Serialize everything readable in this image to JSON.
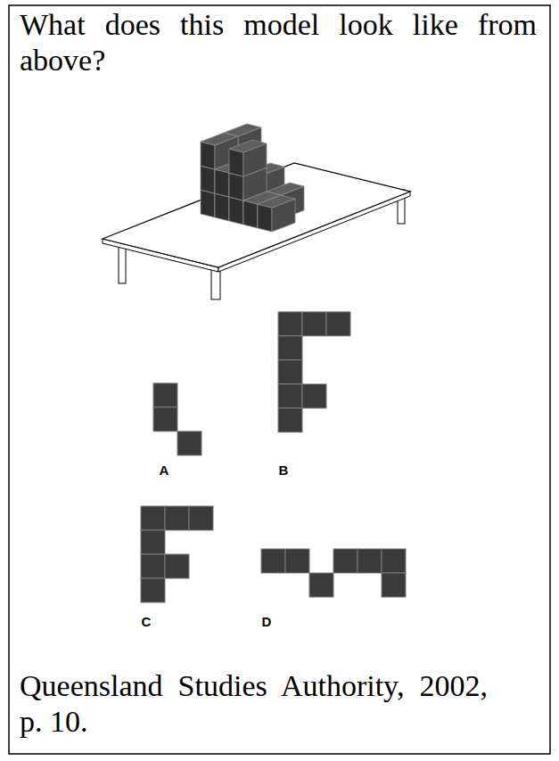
{
  "diagram": {
    "title": "What does this model look like from above?",
    "caption": "Queensland Studies Authority, 2002, p. 10.",
    "labels": [
      "A",
      "B",
      "C",
      "D"
    ]
  }
}
